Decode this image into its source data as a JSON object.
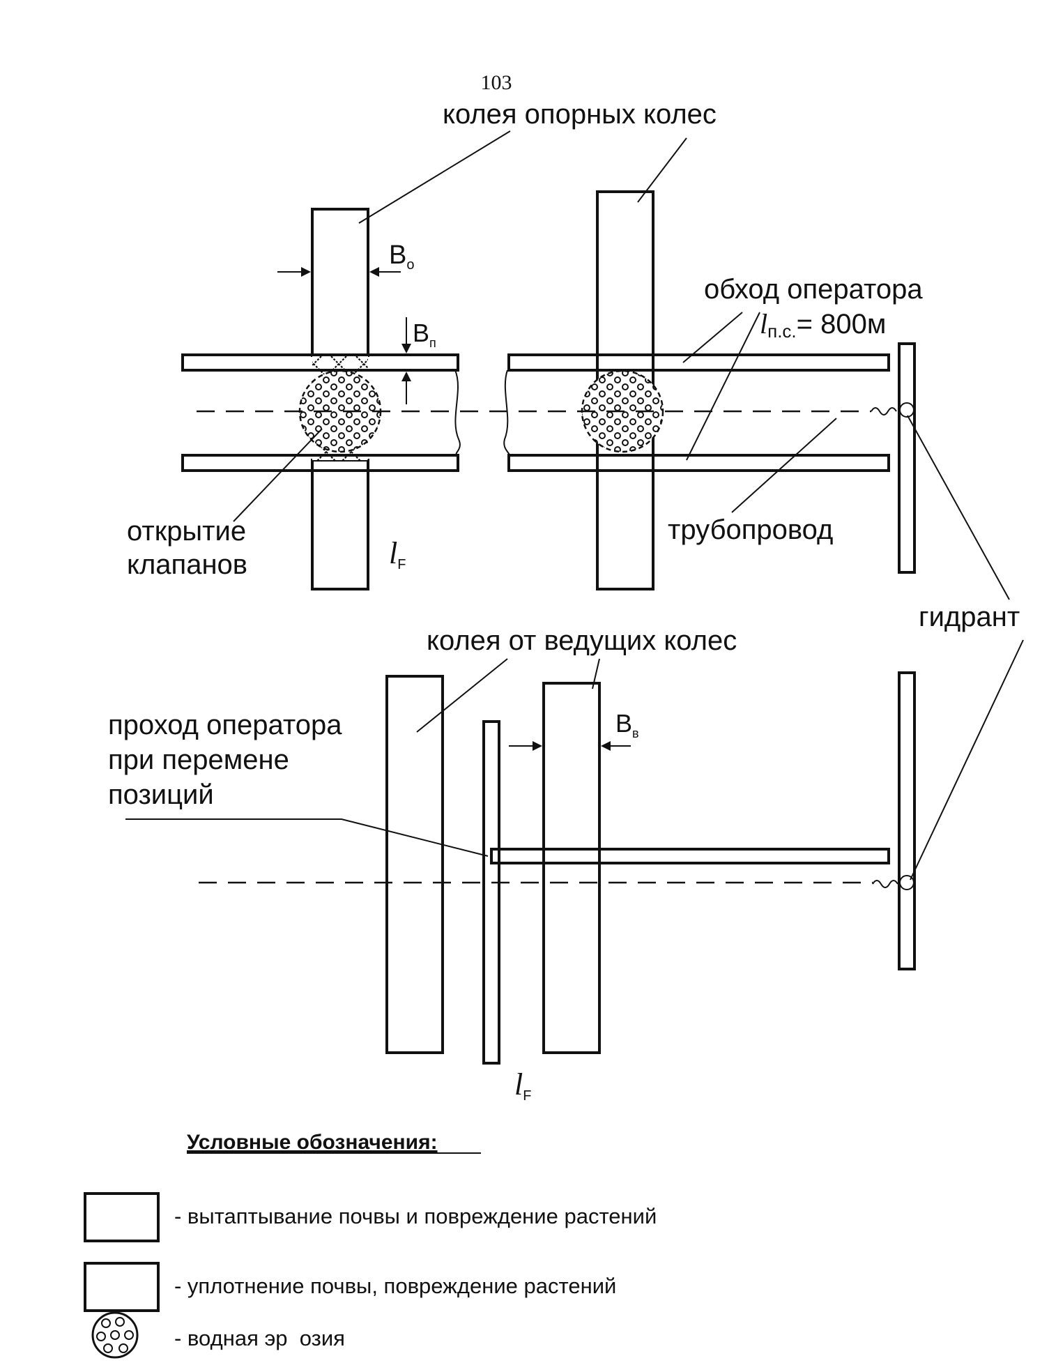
{
  "page_number": "103",
  "labels": {
    "support_wheel_track": "колея опорных колес",
    "width_support": "В",
    "width_support_sub": "о",
    "width_pipe": "В",
    "width_pipe_sub": "п",
    "operator_bypass": "обход оператора",
    "length_var": "l",
    "length_sub": "п.с.",
    "length_value": "= 800м",
    "valve_opening_line1": "открытие",
    "valve_opening_line2": "клапанов",
    "pipeline": "трубопровод",
    "lf_top": "l",
    "lf_top_sub": "F",
    "hydrant": "гидрант",
    "drive_wheel_track": "колея от ведущих колес",
    "width_drive": "В",
    "width_drive_sub": "в",
    "operator_passage_line1": "проход оператора",
    "operator_passage_line2": "при перемене",
    "operator_passage_line3": "позиций",
    "lf_bottom": "l",
    "lf_bottom_sub": "F"
  },
  "legend": {
    "title": "Условные обозначения:",
    "items": [
      {
        "icon": "diagonal-hatch-icon",
        "text": "- вытаптывание почвы и повреждение растений"
      },
      {
        "icon": "cross-hatch-icon",
        "text": "- уплотнение почвы, повреждение растений"
      },
      {
        "icon": "circles-icon",
        "text": "- водная эр  озия"
      }
    ]
  },
  "colors": {
    "ink": "#111111",
    "paper": "#ffffff"
  }
}
